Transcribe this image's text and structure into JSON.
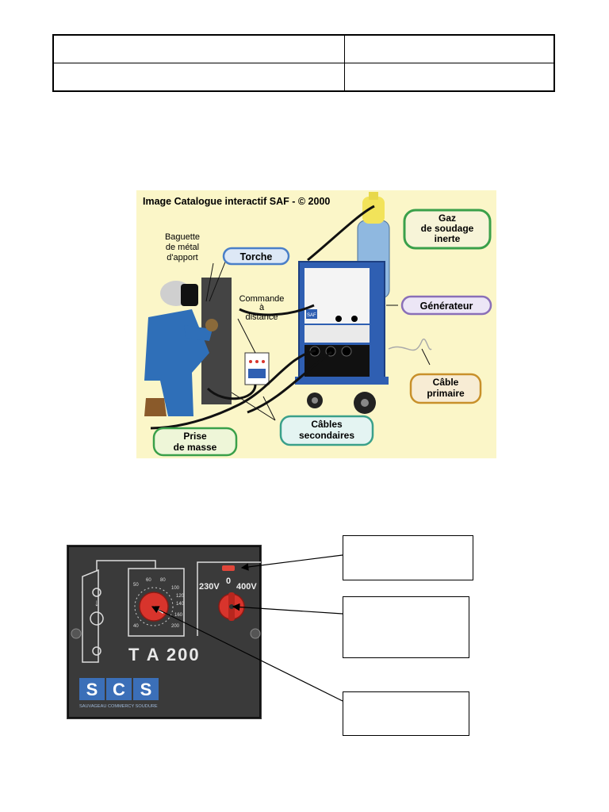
{
  "figure1": {
    "credit": "Image Catalogue interactif SAF - © 2000",
    "labels": {
      "gaz_1": "Gaz",
      "gaz_2": "de soudage",
      "gaz_3": "inerte",
      "baguette_1": "Baguette",
      "baguette_2": "de métal",
      "baguette_3": "d'apport",
      "torche": "Torche",
      "commande_1": "Commande",
      "commande_2": "à",
      "commande_3": "distance",
      "generateur": "Générateur",
      "cable_primaire_1": "Câble",
      "cable_primaire_2": "primaire",
      "cables_secondaires_1": "Câbles",
      "cables_secondaires_2": "secondaires",
      "prise_masse_1": "Prise",
      "prise_masse_2": "de masse",
      "saf_badge": "SAF"
    },
    "colors": {
      "background": "#fbf6c8",
      "cylinder": "#8fb8e0",
      "cylinder_top": "#f2e35a",
      "generator": "#2f5fb2",
      "worker": "#2f6fb8",
      "green_label": "#3aa04a",
      "blue_label": "#4a7fc8",
      "purple_label": "#8a6fb8",
      "orange_label": "#c8902a"
    }
  },
  "figure2": {
    "model": "T A 200",
    "brand_letters": [
      "S",
      "C",
      "S"
    ],
    "brand_tagline": "SAUVAGEAU COMMERCY SOUDURE",
    "voltage_left": "230V",
    "voltage_zero": "0",
    "voltage_right": "400V",
    "dial_ticks": [
      "50",
      "60",
      "80",
      "100",
      "120",
      "140",
      "160",
      "200",
      "40"
    ],
    "colors": {
      "panel": "#3a3a3a",
      "knob": "#d8342c",
      "indicator": "#e0463a",
      "brand_bg": "#3b6fb8"
    }
  },
  "answer_boxes": [
    {
      "id": "box-1",
      "text": ""
    },
    {
      "id": "box-2",
      "text": ""
    },
    {
      "id": "box-3",
      "text": ""
    }
  ]
}
